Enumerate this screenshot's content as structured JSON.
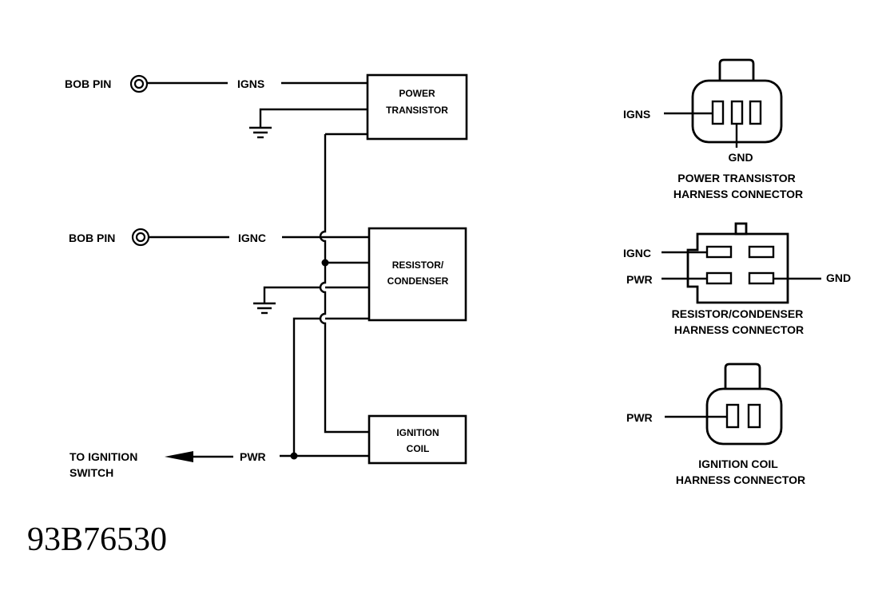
{
  "figure_code": "93B76530",
  "colors": {
    "line": "#000000",
    "background": "#ffffff"
  },
  "schematic": {
    "bob_pin_1": "BOB PIN",
    "bob_pin_2": "BOB PIN",
    "igns": "IGNS",
    "ignc": "IGNC",
    "pwr": "PWR",
    "to_ignition_line1": "TO IGNITION",
    "to_ignition_line2": "SWITCH",
    "power_transistor_line1": "POWER",
    "power_transistor_line2": "TRANSISTOR",
    "resistor_line1": "RESISTOR/",
    "resistor_line2": "CONDENSER",
    "coil_line1": "IGNITION",
    "coil_line2": "COIL"
  },
  "connectors": {
    "power_transistor": {
      "pin_igns": "IGNS",
      "pin_gnd": "GND",
      "title_line1": "POWER TRANSISTOR",
      "title_line2": "HARNESS CONNECTOR"
    },
    "resistor_condenser": {
      "pin_ignc": "IGNC",
      "pin_pwr": "PWR",
      "pin_gnd": "GND",
      "title_line1": "RESISTOR/CONDENSER",
      "title_line2": "HARNESS CONNECTOR"
    },
    "ignition_coil": {
      "pin_pwr": "PWR",
      "title_line1": "IGNITION COIL",
      "title_line2": "HARNESS CONNECTOR"
    }
  }
}
